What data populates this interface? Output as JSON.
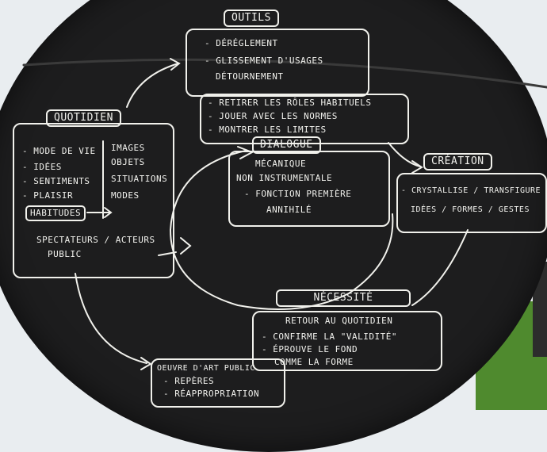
{
  "colors": {
    "board": "#1d1d1e",
    "chalk": "#f2f2ee",
    "sky": "#e9edf0",
    "grass": "#4f8a2e"
  },
  "outils": {
    "title": "Outils",
    "items": [
      "- Déréglement",
      "- Glissement d'usages",
      "Détournement"
    ]
  },
  "actions": {
    "items": [
      "- Retirer les rôles habituels",
      "- Jouer avec les normes",
      "- Montrer les limites"
    ]
  },
  "quotidien": {
    "title": "Quotidien",
    "left": [
      "- Mode de vie",
      "- Idées",
      "- Sentiments",
      "- Plaisir"
    ],
    "habitudes": "Habitudes",
    "right": [
      "Images",
      "Objets",
      "Situations",
      "Modes"
    ],
    "bottom": [
      "Spectateurs / Acteurs",
      "Public"
    ]
  },
  "dialogue": {
    "title": "Dialogue",
    "items": [
      "Mécanique",
      "non instrumentale",
      "- Fonction première",
      "annihilé"
    ]
  },
  "creation": {
    "title": "Création",
    "items": [
      "- Crystallise / transfigure",
      "Idées / formes / gestes"
    ]
  },
  "necessite": {
    "title": "Nécessité",
    "subtitle": "Retour au quotidien",
    "items": [
      "- Confirme la \"validité\"",
      "- Éprouve le fond",
      "comme la forme"
    ]
  },
  "oeuvre": {
    "title": "Oeuvre d'art public",
    "items": [
      "- Repères",
      "- Réappropriation"
    ]
  }
}
